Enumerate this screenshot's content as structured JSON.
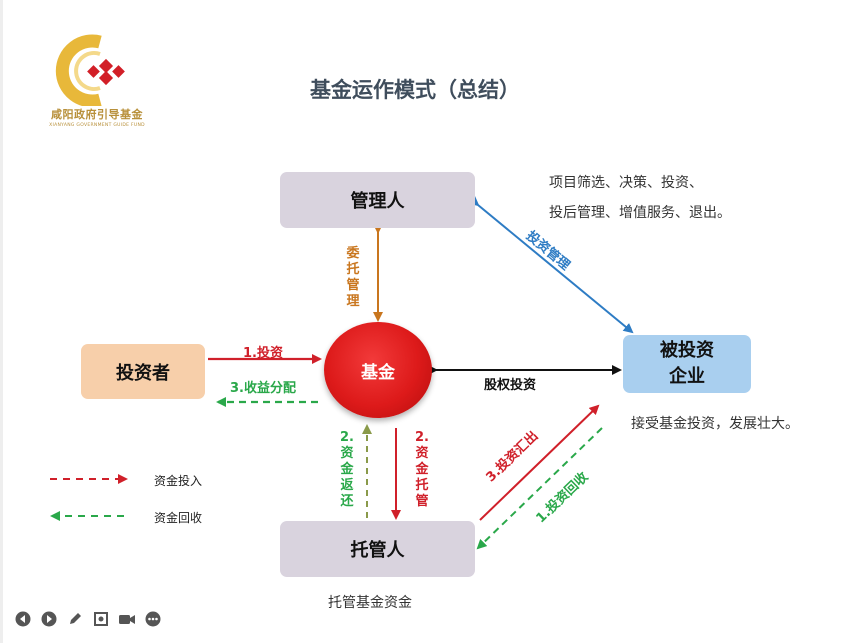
{
  "logo": {
    "name": "咸阳政府引导基金",
    "subtitle": "XIANYANG GOVERNMENT GUIDE FUND",
    "colors": {
      "gold": "#e8b83a",
      "red": "#d21f27"
    }
  },
  "title": "基金运作模式（总结）",
  "nodes": {
    "manager": "管理人",
    "fund": "基金",
    "investor": "投资者",
    "company_line1": "被投资",
    "company_line2": "企业",
    "custodian": "托管人"
  },
  "descriptions": {
    "manager_line1": "项目筛选、决策、投资、",
    "manager_line2": "投后管理、增值服务、退出。",
    "company": "接受基金投资，发展壮大。",
    "custodian": "托管基金资金"
  },
  "edges": {
    "invest": "1.投资",
    "distribute": "3.收益分配",
    "entrust_chars": [
      "委",
      "托",
      "管",
      "理"
    ],
    "equity": "股权投资",
    "invest_manage": "投资管理",
    "custody_chars": [
      "2.",
      "资",
      "金",
      "托",
      "管"
    ],
    "return_chars": [
      "2.",
      "资",
      "金",
      "返",
      "还"
    ],
    "remit": "3.投资汇出",
    "recover": "1.投资回收"
  },
  "legend": {
    "inflow": "资金投入",
    "recovery": "资金回收"
  },
  "colors": {
    "red_arrow": "#d0202a",
    "green_arrow": "#2aa84a",
    "orange_arrow": "#c9761e",
    "blue_arrow": "#2e7cc4",
    "olive_arrow": "#7a8c3a"
  },
  "toolbar_icons": [
    "prev-icon",
    "next-icon",
    "pen-icon",
    "screen-icon",
    "camera-icon",
    "more-icon"
  ]
}
